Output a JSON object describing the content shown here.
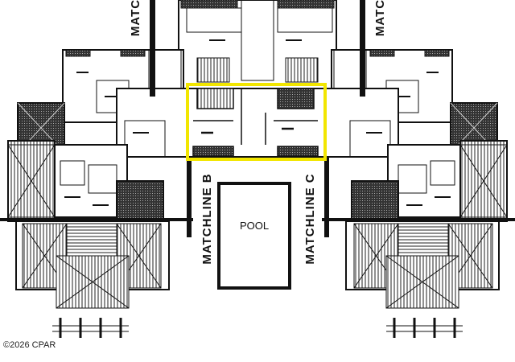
{
  "plan": {
    "labels": {
      "matchline_b": "MATCHLINE B",
      "matchline_c": "MATCHLINE C",
      "matchline_left_top": "MATC",
      "matchline_right_top": "MATC",
      "pool": "POOL"
    },
    "highlight_color": "#f2e600",
    "line_color": "#111111"
  },
  "footer": {
    "copyright": "©2026 CPAR"
  }
}
